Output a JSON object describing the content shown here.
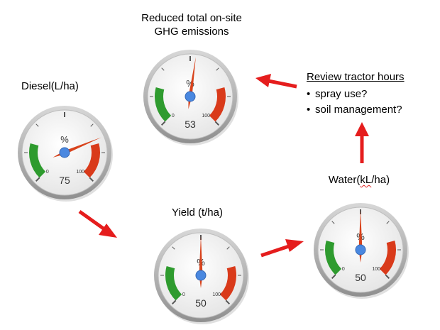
{
  "titles": {
    "ghg_line1": "Reduced total on-site",
    "ghg_line2": "GHG emissions",
    "diesel_prefix": "Diesel",
    "diesel_unit": "(L/ha)",
    "yield": "Yield (t/ha)",
    "water_prefix": "Water(",
    "water_unit_marked": "kL",
    "water_suffix": "/ha)"
  },
  "review": {
    "title": "Review tractor hours",
    "items": [
      "spray use?",
      "soil management?"
    ]
  },
  "gauges": [
    {
      "id": "ghg",
      "value": 53,
      "value_text": "53",
      "pct_label": "%",
      "min_label": "0",
      "max_label": "100"
    },
    {
      "id": "diesel",
      "value": 75,
      "value_text": "75",
      "pct_label": "%",
      "min_label": "0",
      "max_label": "100"
    },
    {
      "id": "yield",
      "value": 50,
      "value_text": "50",
      "pct_label": "%",
      "min_label": "0",
      "max_label": "100"
    },
    {
      "id": "water",
      "value": 50,
      "value_text": "50",
      "pct_label": "%",
      "min_label": "0",
      "max_label": "100"
    }
  ],
  "colors": {
    "arrow": "#e51d1d",
    "green_zone": "#2e9b2e",
    "red_zone": "#d93a1a",
    "needle": "#d8431c",
    "hub": "#4a88e0",
    "bezel": "#a9a9a9"
  }
}
